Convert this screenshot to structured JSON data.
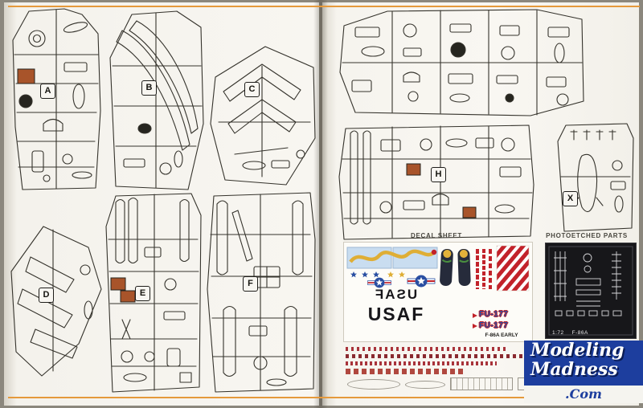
{
  "sprues": {
    "a": "A",
    "b": "B",
    "c": "C",
    "d": "D",
    "e": "E",
    "f": "F",
    "h": "H",
    "x": "X"
  },
  "sections": {
    "decal_sheet": "DECAL SHEET",
    "photoetched": "PHOTOETCHED PARTS"
  },
  "decals": {
    "usaf_mirrored": "USAF",
    "usaf_primary": "USAF",
    "code_1": "FU-177",
    "code_2": "FU-177",
    "variant": "F-86A EARLY"
  },
  "photoetch": {
    "scale": "1:72",
    "model": "F-86A"
  },
  "logo": {
    "line1": "Modeling",
    "line2": "Madness",
    "line3": ".Com"
  },
  "colors": {
    "accent_orange_rule": "#e5993b",
    "paint_callout_brown": "#a8542a",
    "logo_blue": "#1d3e9e",
    "decal_red": "#c2222a",
    "decal_blue": "#2a4fa2",
    "decal_yellow": "#dfae35",
    "pe_fret_black": "#17171a"
  }
}
